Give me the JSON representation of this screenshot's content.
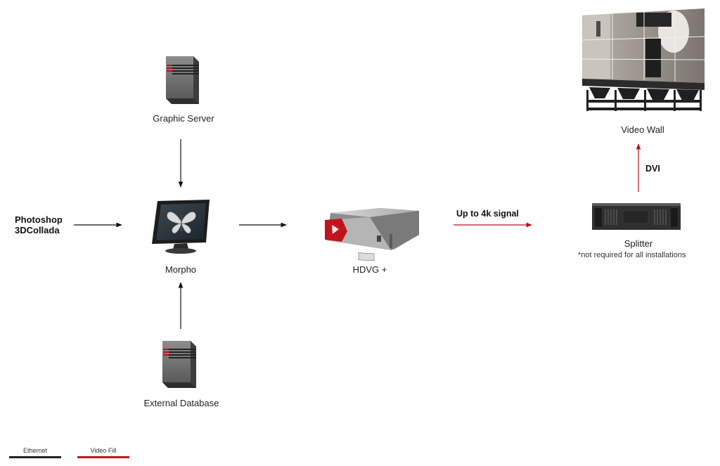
{
  "source": {
    "line1": "Photoshop",
    "line2": "3DCollada"
  },
  "nodes": {
    "graphic_server": "Graphic Server",
    "morpho": "Morpho",
    "external_database": "External Database",
    "hdvg": "HDVG +",
    "splitter": "Splitter",
    "splitter_note": "*not required for all installations",
    "video_wall": "Video Wall"
  },
  "edges": {
    "hdvg_to_splitter": "Up to 4k signal",
    "splitter_to_wall": "DVI"
  },
  "legend": {
    "ethernet": "Ethernet",
    "video_fill": "Video Fill"
  },
  "colors": {
    "ethernet": "#222222",
    "video_fill": "#c0141c",
    "accent_red": "#c0141c"
  }
}
